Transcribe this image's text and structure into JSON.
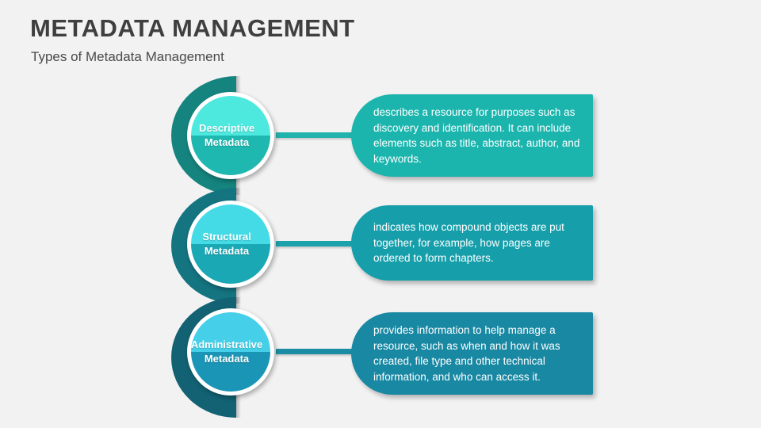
{
  "header": {
    "title": "METADATA MANAGEMENT",
    "subtitle": "Types of Metadata Management"
  },
  "colors": {
    "background": "#f2f2f2",
    "title_text": "#3f3f3f",
    "subtitle_text": "#4a4a4a",
    "node_text": "#ffffff",
    "desc_text": "#ffffff"
  },
  "items": [
    {
      "label_line1": "Descriptive",
      "label_line2": "Metadata",
      "description": "describes a resource for purposes such as discovery and identification. It can include elements such as title, abstract, author, and keywords.",
      "arc_color": "#15847e",
      "circle_top_color": "#4de8de",
      "circle_bottom_color": "#1eb8b0",
      "connector_color": "#21b3ac",
      "desc_color": "#1bb5ae"
    },
    {
      "label_line1": "Structural",
      "label_line2": "Metadata",
      "description": "indicates how compound objects are put together, for example, how pages are ordered to form chapters.",
      "arc_color": "#147480",
      "circle_top_color": "#45dbe6",
      "circle_bottom_color": "#1ba8b5",
      "connector_color": "#1ca2ab",
      "desc_color": "#169fab"
    },
    {
      "label_line1": "Administrative",
      "label_line2": "Metadata",
      "description": "provides information to help manage a resource, such as when and how it was created, file type and other technical information, and who can access it.",
      "arc_color": "#126273",
      "circle_top_color": "#45cfe8",
      "circle_bottom_color": "#1b95b5",
      "connector_color": "#1a8da5",
      "desc_color": "#1988a3"
    }
  ]
}
